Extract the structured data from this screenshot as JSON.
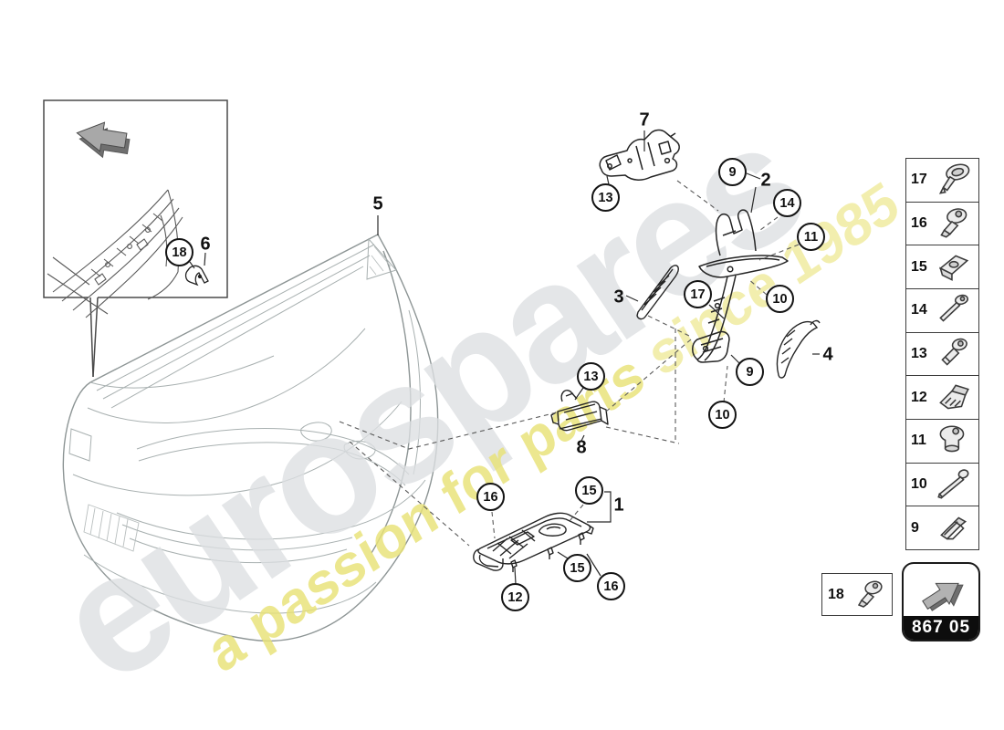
{
  "watermark": {
    "brand": "eurospares",
    "tagline_main": "a passion for parts ",
    "tagline_year": "since 1985"
  },
  "part_code": {
    "code": "867 05"
  },
  "hardware_panel": {
    "items": [
      {
        "number": "17",
        "icon": "push-rivet-icon"
      },
      {
        "number": "16",
        "icon": "screw-washer-icon"
      },
      {
        "number": "15",
        "icon": "clip-nut-icon"
      },
      {
        "number": "14",
        "icon": "pan-screw-icon"
      },
      {
        "number": "13",
        "icon": "shoulder-screw-icon"
      },
      {
        "number": "12",
        "icon": "clip-bracket-icon"
      },
      {
        "number": "11",
        "icon": "dome-rivet-icon"
      },
      {
        "number": "10",
        "icon": "long-screw-icon"
      },
      {
        "number": "9",
        "icon": "channel-clip-icon"
      }
    ]
  },
  "extra_hardware": {
    "number": "18",
    "icon": "screw-icon"
  },
  "diagram": {
    "circle_callouts": [
      {
        "label": "18"
      },
      {
        "label": "13"
      },
      {
        "label": "9"
      },
      {
        "label": "14"
      },
      {
        "label": "11"
      },
      {
        "label": "17"
      },
      {
        "label": "10"
      },
      {
        "label": "9"
      },
      {
        "label": "10"
      },
      {
        "label": "13"
      },
      {
        "label": "16"
      },
      {
        "label": "15"
      },
      {
        "label": "15"
      },
      {
        "label": "16"
      },
      {
        "label": "12"
      }
    ],
    "part_labels": [
      {
        "label": "6"
      },
      {
        "label": "5"
      },
      {
        "label": "7"
      },
      {
        "label": "2"
      },
      {
        "label": "3"
      },
      {
        "label": "4"
      },
      {
        "label": "8"
      },
      {
        "label": "1"
      }
    ]
  }
}
